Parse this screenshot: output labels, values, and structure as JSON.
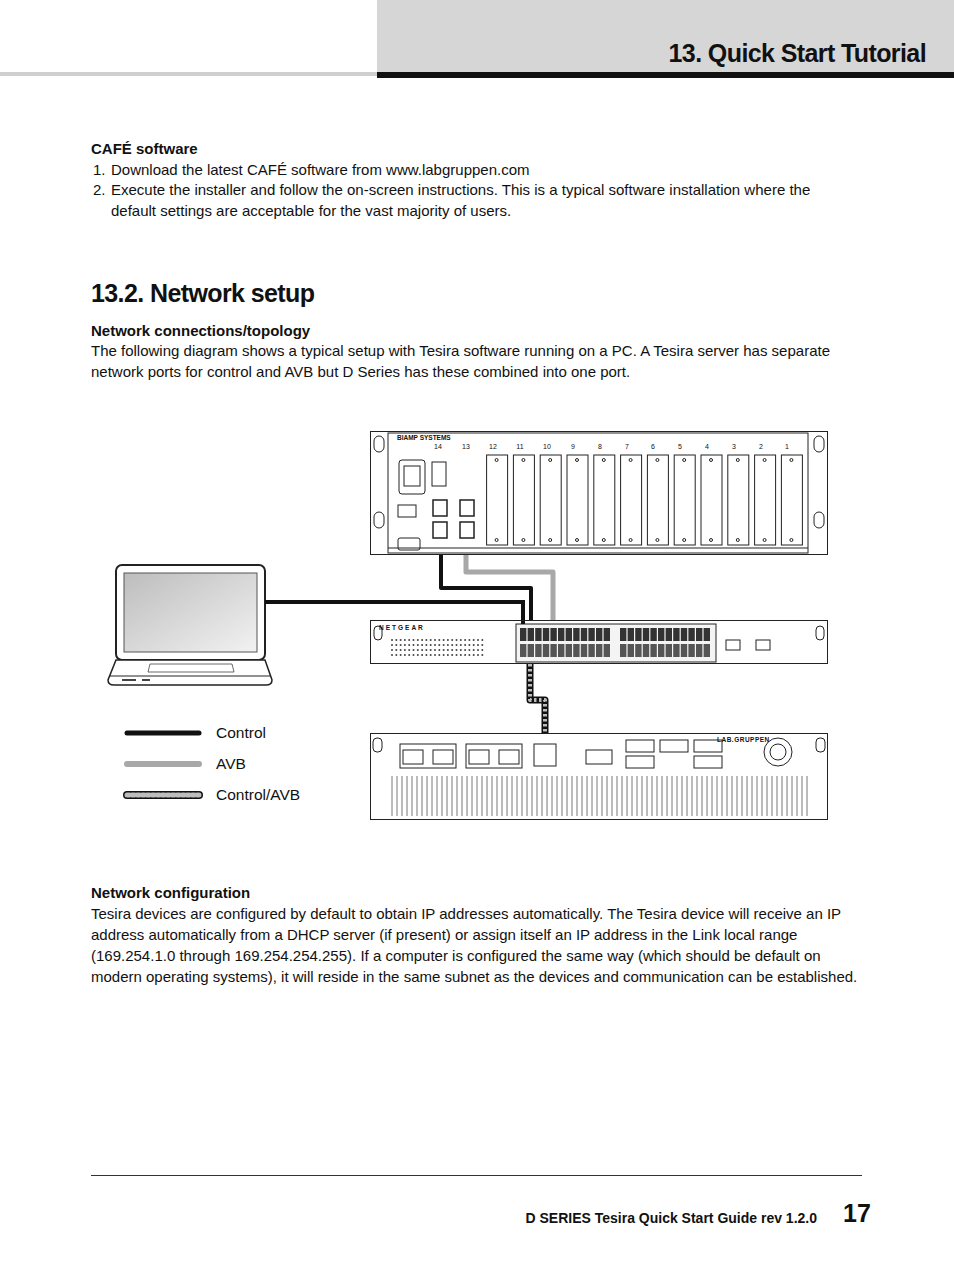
{
  "diagram": {
    "title": "13.2. Network setup",
    "nodes": [
      {
        "text": [
          "BIAMP SYSTEMS"
        ]
      },
      {
        "text": [
          "NETGEAR"
        ]
      },
      {
        "text": [
          "LAB.GRUPPEN"
        ]
      }
    ],
    "edges": [
      {
        "from": 0,
        "to": 1,
        "arrow": "none"
      },
      {
        "from": 0,
        "to": 1,
        "arrow": "none"
      },
      {
        "from": 1,
        "to": 2,
        "arrow": "none"
      }
    ],
    "labels": [
      "13. Quick Start Tutorial",
      "CAFÉ software",
      "1.",
      "Download the latest CAFÉ software from www.labgruppen.com",
      "2.",
      "Execute the installer and follow the on-screen instructions. This is a typical software installation where the default settings are acceptable for the vast majority of users.",
      "Network connections/topology",
      "The following diagram shows a typical setup with Tesira software running on a PC. A Tesira server has separate network ports for control and AVB but D Series has these combined into one port.",
      "14",
      "13",
      "12",
      "11",
      "10",
      "9",
      "8",
      "7",
      "6",
      "5",
      "4",
      "3",
      "2",
      "1",
      "Network configuration",
      "Tesira devices are configured by default to obtain IP addresses automatically. The Tesira device will receive an IP address automatically from a DHCP server (if present) or assign itself an IP address in the Link local range (169.254.1.0 through 169.254.254.255). If a computer is configured the same way (which should be default on modern operating systems), it will reside in the same subnet as the devices and communication can be established.",
      "D SERIES Tesira Quick Start Guide rev 1.2.0",
      "17"
    ],
    "legend": [
      {
        "text": "Control"
      },
      {
        "text": "AVB"
      },
      {
        "text": "Control/AVB"
      }
    ]
  }
}
